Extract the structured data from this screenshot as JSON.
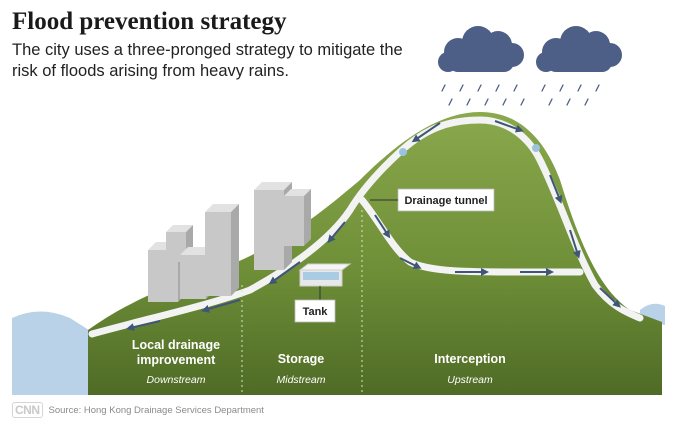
{
  "header": {
    "title": "Flood prevention strategy",
    "subtitle": "The city uses a three-pronged strategy to mitigate the risk of floods arising from heavy rains."
  },
  "callouts": {
    "drainage_tunnel": "Drainage tunnel",
    "tank": "Tank"
  },
  "zones": [
    {
      "label": "Local drainage improvement",
      "sublabel": "Downstream"
    },
    {
      "label": "Storage",
      "sublabel": "Midstream"
    },
    {
      "label": "Interception",
      "sublabel": "Upstream"
    }
  ],
  "footer": {
    "logo": "CNN",
    "source": "Source: Hong Kong Drainage Services Department"
  },
  "colors": {
    "hill_light": "#8aa84c",
    "hill_dark": "#5d7d2e",
    "water": "#b9d2e8",
    "cloud": "#4d5f86",
    "arrow": "#3f5678",
    "building": "#cfcfcf"
  }
}
